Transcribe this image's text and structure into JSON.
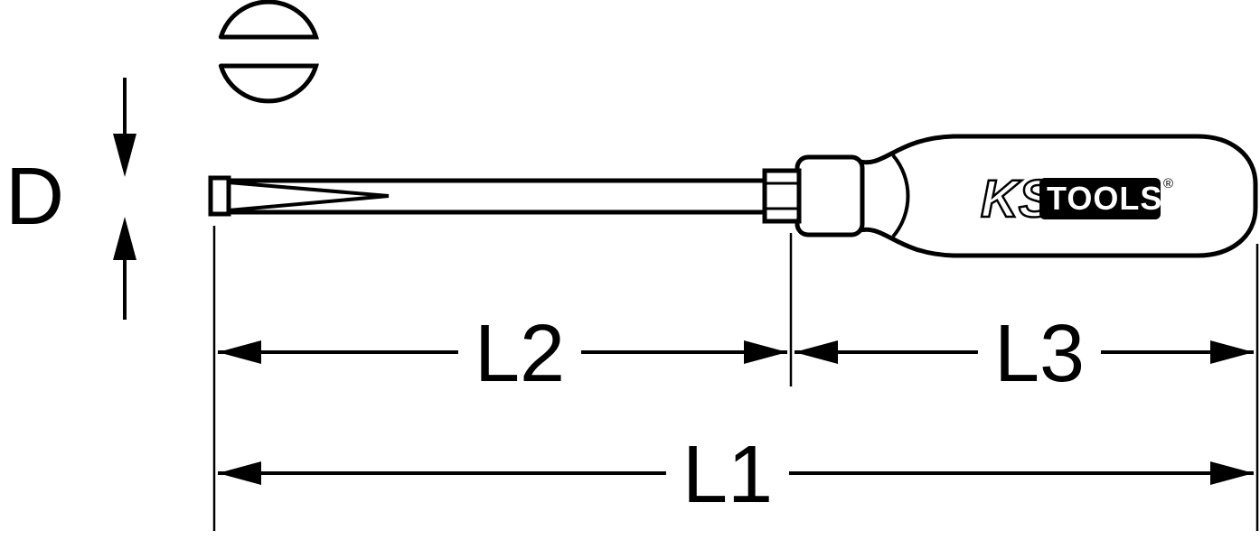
{
  "page": {
    "background": "#ffffff",
    "line_color": "#000000"
  },
  "diagram": {
    "dimension_labels": {
      "thickness": "D",
      "total_length": "L1",
      "blade_length": "L2",
      "handle_length": "L3"
    },
    "logo": {
      "ks": "KS",
      "tools": "TOOLS",
      "registered": "®"
    }
  }
}
